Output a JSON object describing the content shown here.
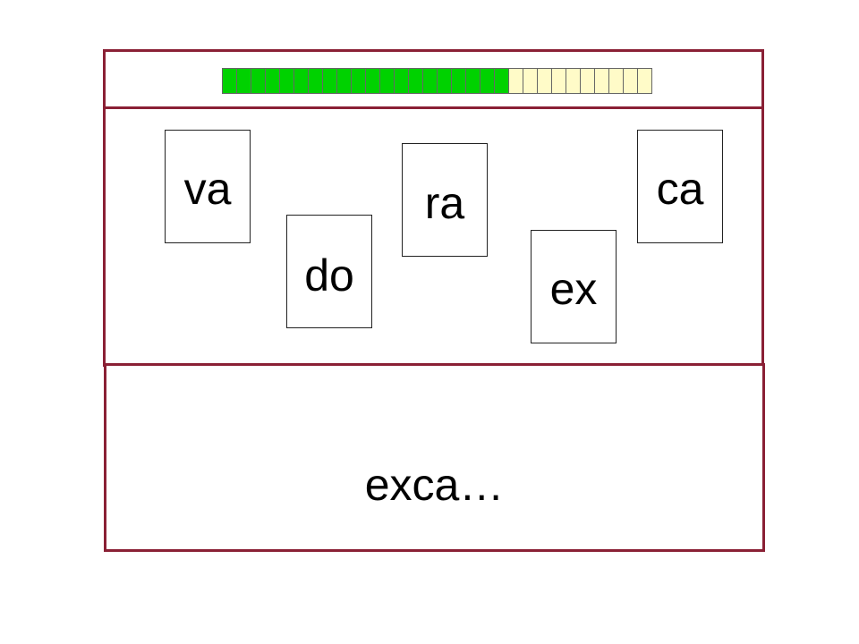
{
  "progress": {
    "total_segments": 30,
    "filled_segments": 20,
    "filled_color": "#00d200",
    "empty_color": "#fffbc8"
  },
  "cards": [
    {
      "id": "va",
      "text": "va"
    },
    {
      "id": "do",
      "text": "do"
    },
    {
      "id": "ra",
      "text": "ra"
    },
    {
      "id": "ex",
      "text": "ex"
    },
    {
      "id": "ca",
      "text": "ca"
    }
  ],
  "answer": {
    "text": "exca…"
  },
  "colors": {
    "frame_border": "#8a2035"
  }
}
